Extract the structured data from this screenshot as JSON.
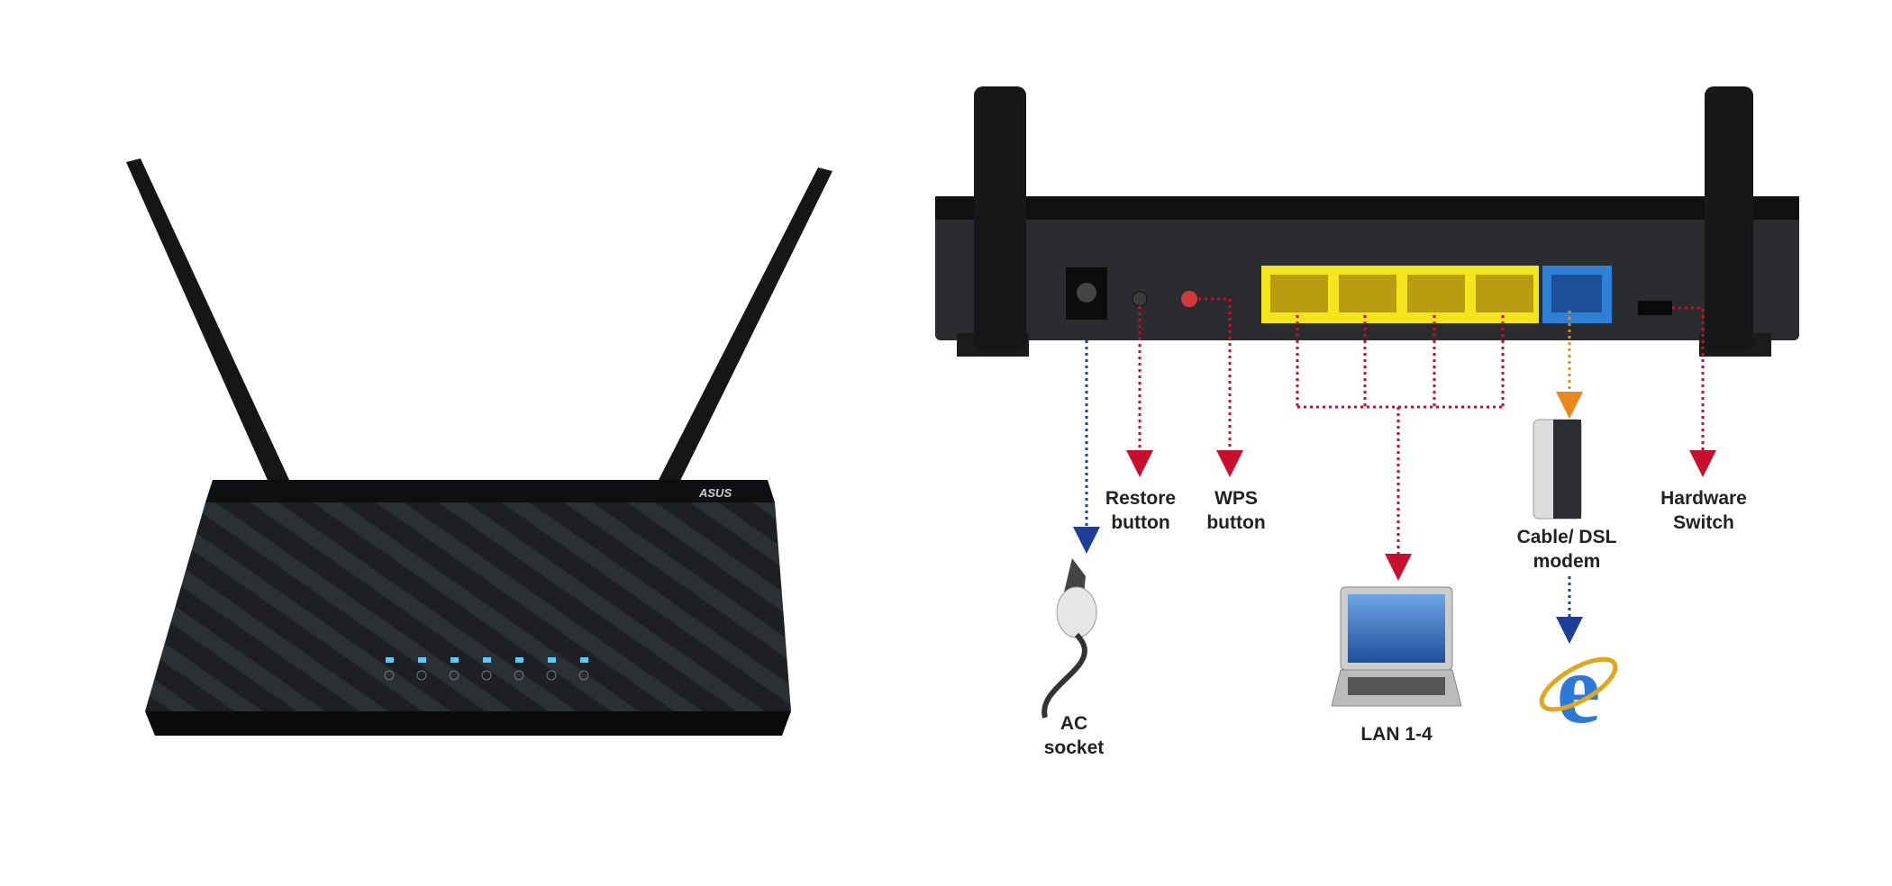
{
  "front_view": {
    "brand": "ASUS",
    "led_count": 7
  },
  "rear_diagram": {
    "labels": {
      "ac_socket": "AC\nsocket",
      "restore": "Restore\nbutton",
      "wps": "WPS\nbutton",
      "lan": "LAN 1-4",
      "modem": "Cable/ DSL\nmodem",
      "hardware_switch": "Hardware\nSwitch"
    }
  },
  "colors": {
    "lan_ports": "#f2e51b",
    "wan_port": "#2e7fd6",
    "led": "#5cc8ff",
    "arrow_red": "#c8102e",
    "arrow_blue": "#1d3f9a",
    "arrow_orange": "#e8891c"
  }
}
